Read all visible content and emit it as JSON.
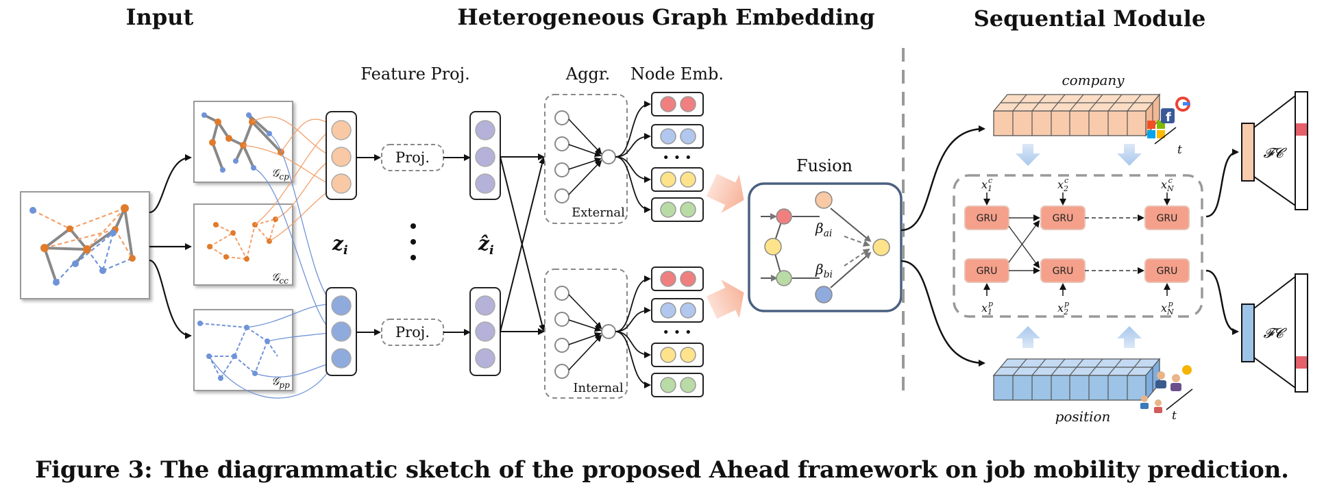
{
  "sections": {
    "input": "Input",
    "hge": "Heterogeneous Graph Embedding",
    "seq": "Sequential Module"
  },
  "labels": {
    "feature_proj": "Feature Proj.",
    "aggr": "Aggr.",
    "node_emb": "Node Emb.",
    "proj": "Proj.",
    "external": "External",
    "internal": "Internal",
    "fusion": "Fusion",
    "z": "z",
    "z_sub": "i",
    "zhat": "ẑ",
    "zhat_sub": "i",
    "beta": "β",
    "beta_ai_sub": "ai",
    "beta_bi_sub": "bi",
    "g_cp": "cp",
    "g_cc": "cc",
    "g_pp": "pp",
    "g_symbol": "𝒢",
    "company": "company",
    "position": "position",
    "t": "t",
    "gru": "GRU",
    "fc": "𝓕𝓒",
    "x": "x",
    "c": "c",
    "p": "p",
    "sub1": "1",
    "sub2": "2",
    "subN": "N",
    "dots": "• • •"
  },
  "caption": "Figure 3: The diagrammatic sketch of the proposed Ahead framework on job mobility prediction.",
  "colors": {
    "orange": "#f4b183",
    "blue_node": "#8faadc",
    "purple": "#b4b2d8",
    "red": "#f08080",
    "yellow": "#ffe38a",
    "green": "#b9dba6",
    "gru": "#f4a08a",
    "company_cube": "#f8cbad",
    "position_cube": "#9dc3e6",
    "fusion_border": "#4a6080"
  }
}
